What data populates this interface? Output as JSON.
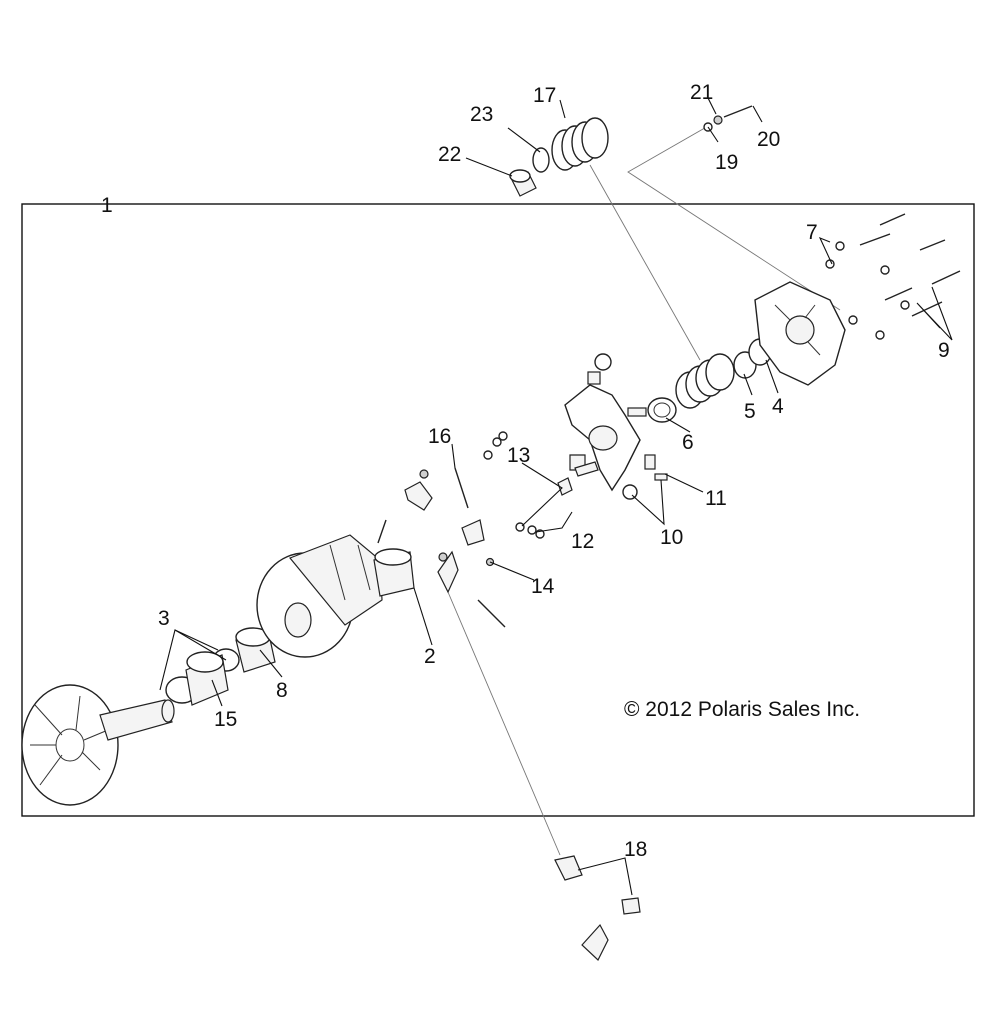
{
  "diagram": {
    "copyright": "© 2012 Polaris Sales Inc.",
    "callouts": [
      "1",
      "2",
      "3",
      "4",
      "5",
      "6",
      "7",
      "8",
      "9",
      "10",
      "11",
      "12",
      "13",
      "14",
      "15",
      "16",
      "17",
      "18",
      "19",
      "20",
      "21",
      "22",
      "23"
    ]
  }
}
